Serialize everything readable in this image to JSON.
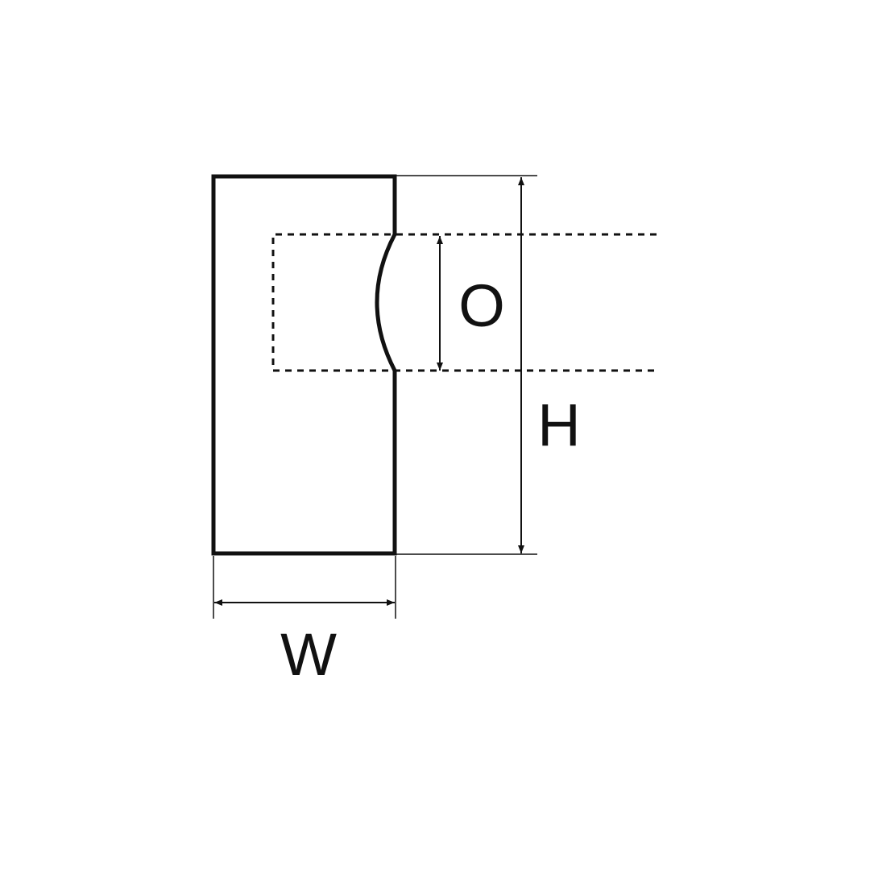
{
  "labels": {
    "opening": "O",
    "height": "H",
    "width": "W"
  },
  "colors": {
    "line": "#111111",
    "background": "#ffffff"
  }
}
